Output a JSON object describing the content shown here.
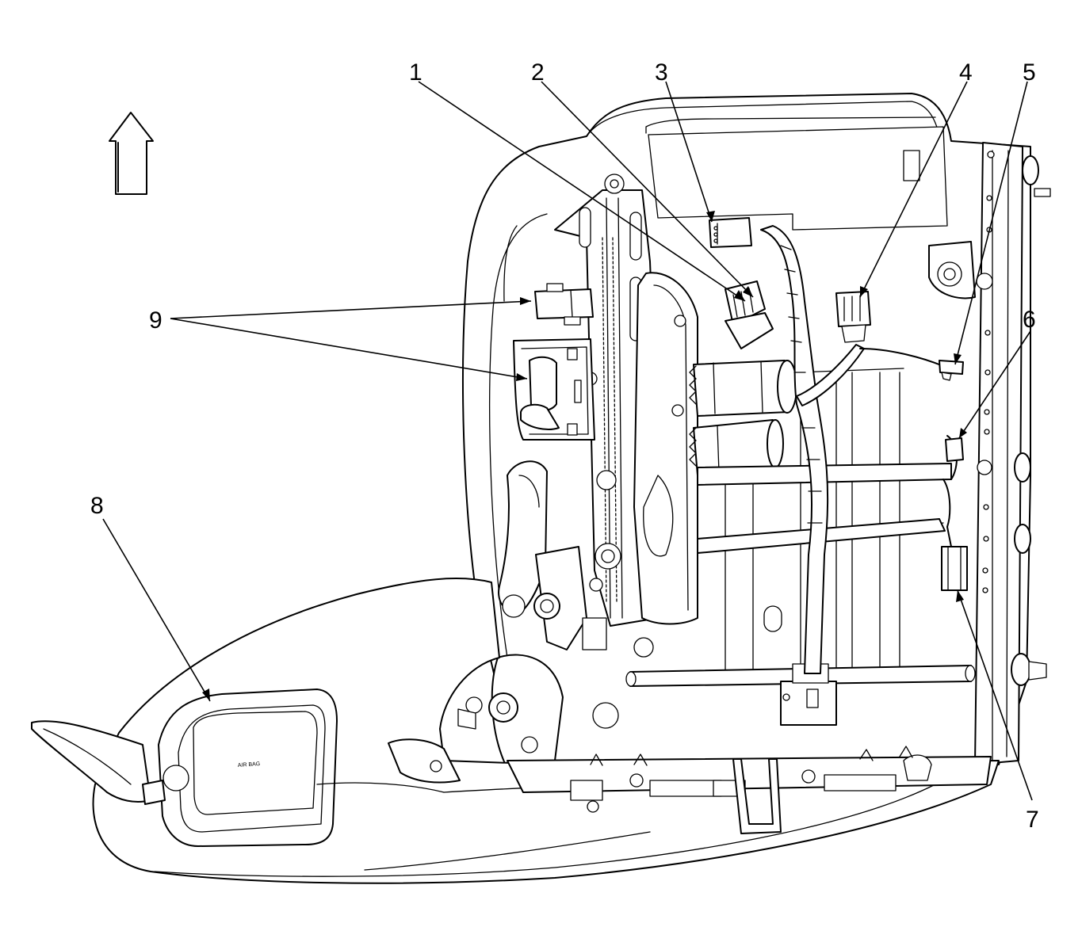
{
  "diagram": {
    "callouts": [
      {
        "id": "1",
        "label": "1"
      },
      {
        "id": "2",
        "label": "2"
      },
      {
        "id": "3",
        "label": "3"
      },
      {
        "id": "4",
        "label": "4"
      },
      {
        "id": "5",
        "label": "5"
      },
      {
        "id": "6",
        "label": "6"
      },
      {
        "id": "7",
        "label": "7"
      },
      {
        "id": "8",
        "label": "8"
      },
      {
        "id": "9",
        "label": "9"
      }
    ],
    "airbag_label": "AIR BAG",
    "orientation_arrow": "up-arrow-icon"
  }
}
